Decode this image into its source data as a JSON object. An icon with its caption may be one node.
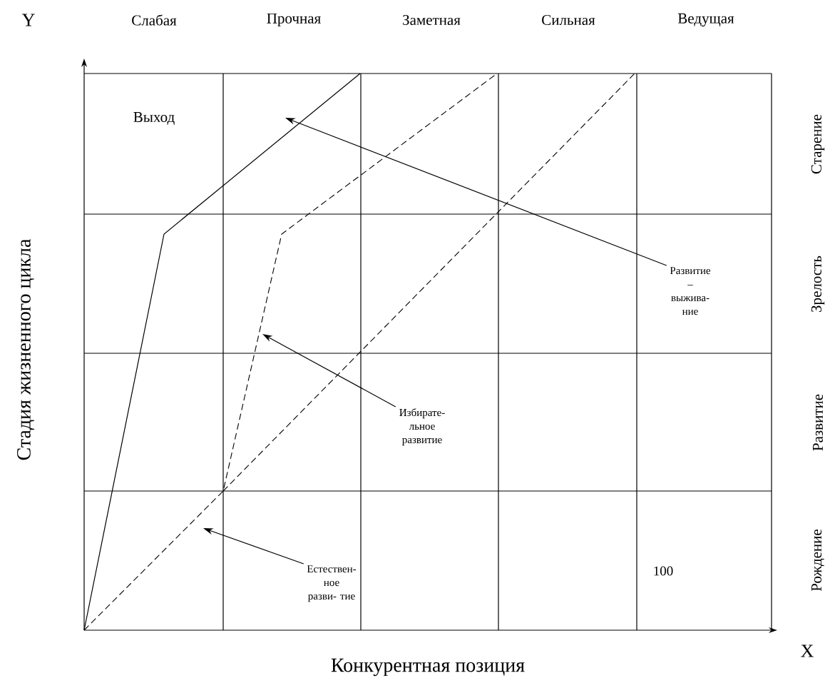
{
  "diagram": {
    "nodes": [
      {
        "text": [
          "Развитие – выжива- ние"
        ]
      },
      {
        "text": [
          "Избирате- льное развитие"
        ]
      },
      {
        "text": [
          "Естествен- ное разви- тие"
        ]
      }
    ],
    "edges": [
      {
        "from": 0,
        "to": null,
        "arrow": "to"
      },
      {
        "from": 1,
        "to": null,
        "arrow": "to"
      },
      {
        "from": 2,
        "to": null,
        "arrow": "to"
      }
    ],
    "labels": [
      "Y",
      "Слабая",
      "Прочная",
      "Заметная",
      "Сильная",
      "Ведущая",
      "Стадия жизненного цикла",
      "Выход",
      "Старение",
      "Зрелость",
      "Развитие",
      "Рождение",
      "100",
      "X",
      "Конкурентная позиция"
    ]
  }
}
